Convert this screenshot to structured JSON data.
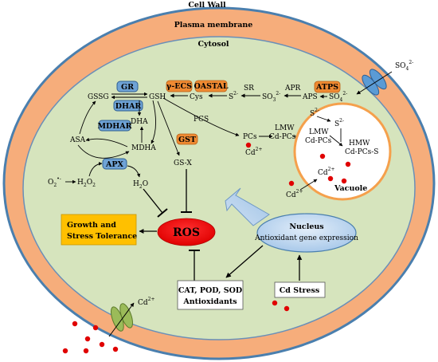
{
  "compartments": {
    "cell_wall": "Cell Wall",
    "plasma_membrane": "Plasma membrane",
    "cytosol": "Cytosol",
    "vacuole": "Vacuole"
  },
  "enzymes": {
    "gr": "GR",
    "dhar": "DHAR",
    "mdhar": "MDHAR",
    "apx": "APX",
    "gamma_ecs": "γ-ECS",
    "oastal": "OASTAL",
    "atps": "ATPS",
    "gst": "GST"
  },
  "metabolites": {
    "gssg": "GSSG",
    "gsh": "GSH",
    "cys": "Cys",
    "s2_cys": "S",
    "s2_cys_sup": "2-",
    "sr": "SR",
    "so3": "SO",
    "so3_sub": "3",
    "so3_sup": "2-",
    "apr": "APR",
    "aps": "APS",
    "so4_in": "SO",
    "so4_in_sub": "4",
    "so4_in_sup": "2-",
    "so4_out": "SO",
    "so4_out_sub": "4",
    "so4_out_sup": "2-",
    "dha": "DHA",
    "asa": "ASA",
    "mdha": "MDHA",
    "o2": "O",
    "o2_sub": "2",
    "o2_sup": "•-",
    "h2o2": "H",
    "h2o2_sub1": "2",
    "h2o2_mid": "O",
    "h2o2_sub2": "2",
    "h2o": "H",
    "h2o_sub": "2",
    "h2o_end": "O",
    "gsx": "GS-X",
    "pcs_enzyme": "PCS",
    "pcs": "PCs",
    "lmw_cyto_1": "LMW",
    "lmw_cyto_2": "Cd-PCs",
    "cd_cyto": "Cd",
    "cd_cyto_sup": "2+",
    "s2_vac": "S",
    "s2_vac_sup": "2-",
    "s2_vac2": "S",
    "s2_vac2_sup": "2-",
    "lmw_vac_1": "LMW",
    "lmw_vac_2": "Cd-PCs",
    "hmw_1": "HMW",
    "hmw_2": "Cd-PCs-S",
    "cd_vac": "Cd",
    "cd_vac_sup": "2+",
    "cd_vac_in": "Cd",
    "cd_vac_in_sup": "2+",
    "cd_outside": "Cd",
    "cd_outside_sup": "2+"
  },
  "boxes": {
    "growth_1": "Growth and",
    "growth_2": "Stress Tolerance",
    "ros": "ROS",
    "nucleus_title": "Nucleus",
    "nucleus_text": "Antioxidant gene expression",
    "antiox_1": "CAT, POD, SOD",
    "antiox_2": "Antioxidants",
    "cd_stress": "Cd Stress"
  },
  "colors": {
    "cell_wall": "#4a7fae",
    "membrane_band": "#f6ad7b",
    "cytosol": "#d6e4bd",
    "enzyme_blue": "#6fa3d6",
    "enzyme_orange": "#ef8a32",
    "ros_red": "#ee0000",
    "growth_yellow": "#ffc000",
    "nucleus_fill": "#bdd7ee",
    "vacuole_border": "#f5a04c",
    "cd_dot": "#e00000",
    "channel_green": "#9bbb59",
    "channel_blue": "#5b9bd5"
  }
}
